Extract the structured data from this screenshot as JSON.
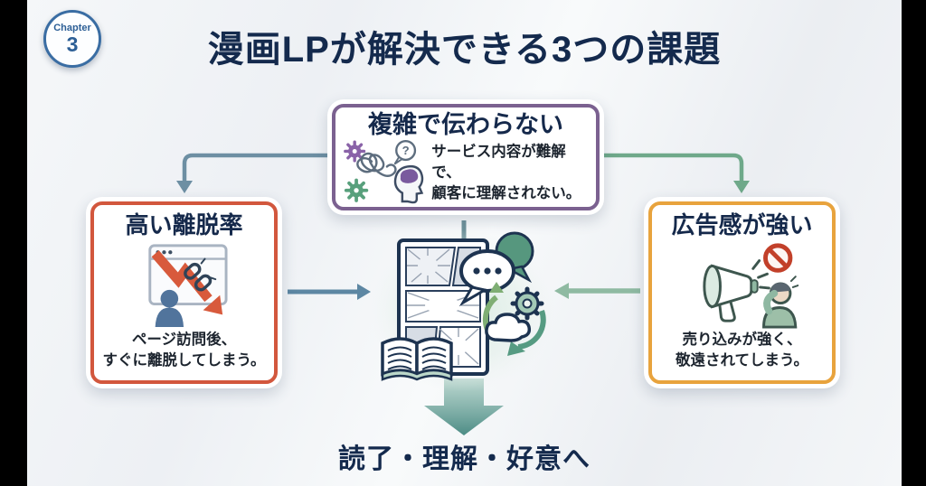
{
  "chapter_badge": {
    "label": "Chapter",
    "number": "3"
  },
  "title": "漫画LPが解決できる3つの課題",
  "cards": {
    "top": {
      "title": "複雑で伝わらない",
      "desc_line1": "サービス内容が難解で、",
      "desc_line2": "顧客に理解されない。"
    },
    "left": {
      "title": "高い離脱率",
      "desc_line1": "ページ訪問後、",
      "desc_line2": "すぐに離脱してしまう。"
    },
    "right": {
      "title": "広告感が強い",
      "desc_line1": "売り込みが強く、",
      "desc_line2": "敬遠されてしまう。"
    }
  },
  "outcome_label": "読了・理解・好意へ",
  "icons": {
    "top_card": "tangled-thoughts-icon",
    "left_card": "bounce-exit-icon",
    "right_card": "megaphone-blocked-icon",
    "center": "manga-page-illustration",
    "question_glyph": "?"
  },
  "colors": {
    "title_text": "#142a4d",
    "body_text": "#1c242e",
    "card_top_border": "#7b6190",
    "card_left_border": "#d2573d",
    "card_right_border": "#e8a33d",
    "branch_arrow_left": "#6d8fa3",
    "branch_arrow_right": "#6fa98a",
    "arrow_top_to_center": "#6f929b",
    "arrow_left_to_center": "#5d87a3",
    "arrow_right_to_center": "#8fbaa2",
    "big_arrow_top": "#b2d2c9",
    "big_arrow_tip": "#4c8c85",
    "background": "#f2f4f7",
    "letterbox": "#000000"
  }
}
